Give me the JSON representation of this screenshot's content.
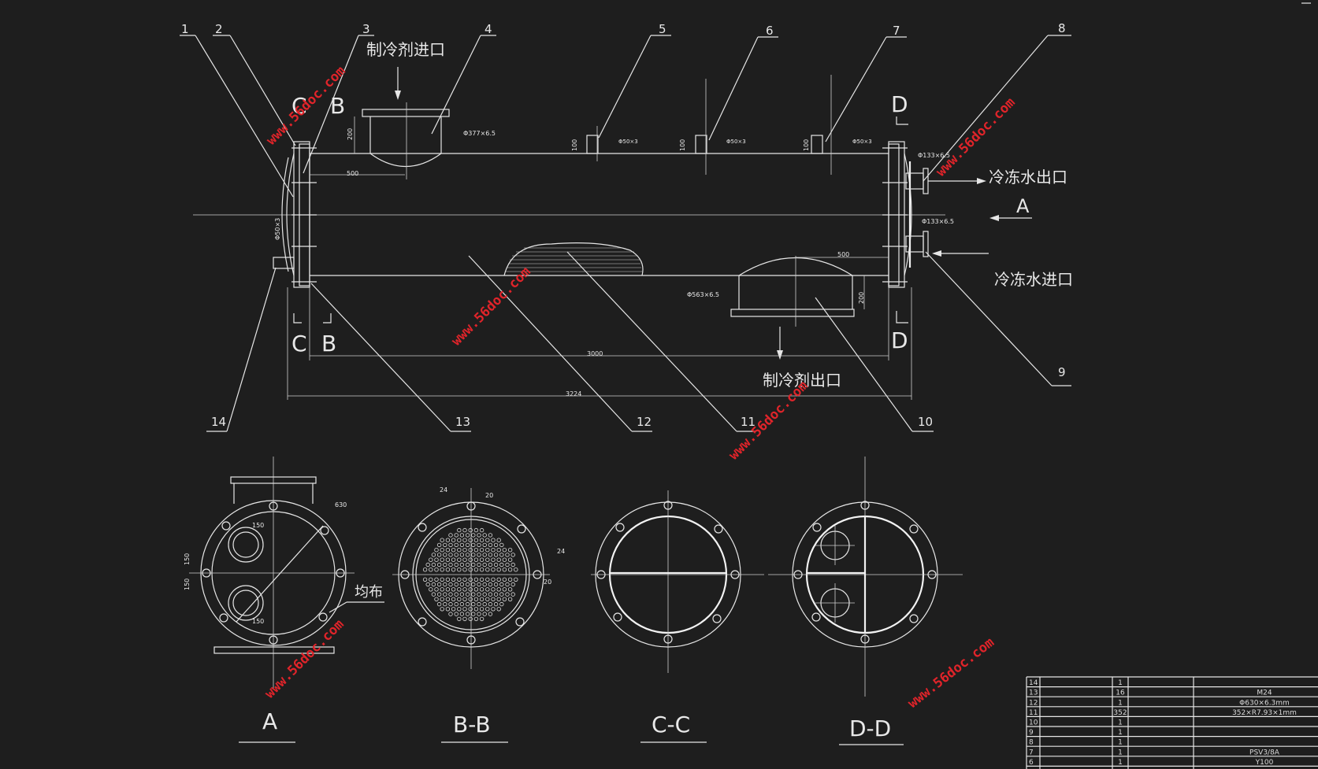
{
  "drawing": {
    "part_numbers": [
      "1",
      "2",
      "3",
      "4",
      "5",
      "6",
      "7",
      "8",
      "9",
      "10",
      "11",
      "12",
      "13",
      "14"
    ],
    "section_marks": {
      "c": "C",
      "b": "B",
      "d": "D",
      "a": "A"
    },
    "flow_labels": {
      "refrigerant_in": "制冷剂进口",
      "refrigerant_out": "制冷剂出口",
      "chilled_water_out": "冷冻水出口",
      "chilled_water_in": "冷冻水进口"
    },
    "dimensions": {
      "inlet_pipe": "Φ377×6.5",
      "outlet_pipe": "Φ563×6.5",
      "small_pipe": "Φ50×3",
      "water_pipe": "Φ133×6.5",
      "vent_pipe": "Φ50×3",
      "h_200": "200",
      "h_100": "100",
      "d_500": "500",
      "tube_length": "3000",
      "overall_length": "3224"
    },
    "views": {
      "a": {
        "title": "A",
        "dim_630": "630",
        "dim_150": "150",
        "uniform": "均布"
      },
      "bb": {
        "title": "B-B",
        "dim_24": "24",
        "dim_20": "20"
      },
      "cc": {
        "title": "C-C"
      },
      "dd": {
        "title": "D-D"
      }
    },
    "watermark": "www.56doc.com"
  },
  "bom": {
    "rows": [
      {
        "no": "14",
        "qty": "1",
        "spec": ""
      },
      {
        "no": "13",
        "qty": "16",
        "spec": "M24"
      },
      {
        "no": "12",
        "qty": "1",
        "spec": "Φ630×6.3mm"
      },
      {
        "no": "11",
        "qty": "352",
        "spec": "352×R7.93×1mm"
      },
      {
        "no": "10",
        "qty": "1",
        "spec": ""
      },
      {
        "no": "9",
        "qty": "1",
        "spec": ""
      },
      {
        "no": "8",
        "qty": "1",
        "spec": ""
      },
      {
        "no": "7",
        "qty": "1",
        "spec": "PSV3/8A"
      },
      {
        "no": "6",
        "qty": "1",
        "spec": "Y100"
      }
    ]
  }
}
